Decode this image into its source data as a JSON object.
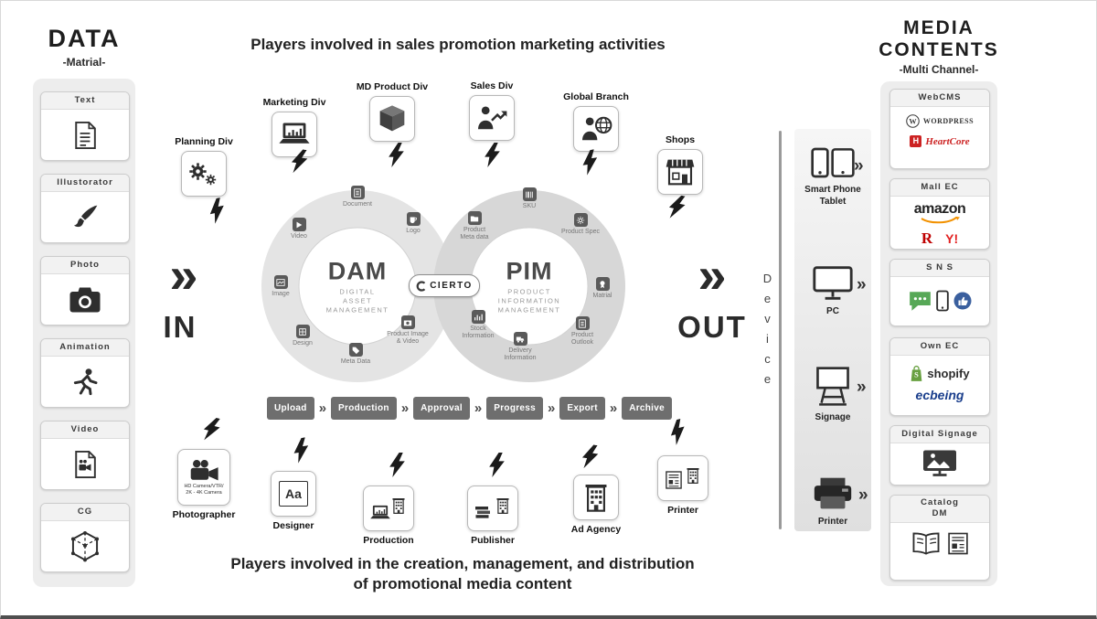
{
  "glyphs": {
    "chevron": "»",
    "double_chevron": "»"
  },
  "left_panel": {
    "title": "DATA",
    "subtitle": "-Matrial-",
    "items": [
      {
        "label": "Text",
        "icon": "text-document-icon"
      },
      {
        "label": "Illustorator",
        "icon": "paint-brush-icon"
      },
      {
        "label": "Photo",
        "icon": "camera-icon"
      },
      {
        "label": "Animation",
        "icon": "running-person-icon"
      },
      {
        "label": "Video",
        "icon": "video-file-icon"
      },
      {
        "label": "CG",
        "icon": "wireframe-cube-icon"
      }
    ]
  },
  "top_section": {
    "title": "Players involved in sales promotion marketing activities",
    "players": [
      {
        "label": "Planning Div",
        "icon": "gears-icon"
      },
      {
        "label": "Marketing Div",
        "icon": "laptop-chart-icon"
      },
      {
        "label": "MD Product Div",
        "icon": "box-icon"
      },
      {
        "label": "Sales Div",
        "icon": "person-chart-icon"
      },
      {
        "label": "Global Branch",
        "icon": "person-globe-icon"
      },
      {
        "label": "Shops",
        "icon": "storefront-icon"
      }
    ]
  },
  "core": {
    "in_label": "IN",
    "out_label": "OUT",
    "brand": "CIERTO",
    "dam": {
      "title": "DAM",
      "subtitle": "Digital\nAsset\nManagement"
    },
    "pim": {
      "title": "PIM",
      "subtitle": "Product\nInformation\nManagement"
    },
    "dam_items": [
      {
        "label": "Document"
      },
      {
        "label": "Logo"
      },
      {
        "label": "Video"
      },
      {
        "label": "Image"
      },
      {
        "label": "Design"
      },
      {
        "label": "Meta Data"
      },
      {
        "label": "Product Image\n& Video"
      }
    ],
    "pim_items": [
      {
        "label": "Product\nMeta data"
      },
      {
        "label": "SKU"
      },
      {
        "label": "Product Spec"
      },
      {
        "label": "Matrial"
      },
      {
        "label": "Product\nOutlook"
      },
      {
        "label": "Delivery\nInformation"
      },
      {
        "label": "Stock\nInformation"
      }
    ],
    "workflow": [
      "Upload",
      "Production",
      "Approval",
      "Progress",
      "Export",
      "Archive"
    ]
  },
  "bottom_section": {
    "title_line1": "Players involved in the creation, management, and distribution",
    "title_line2": "of promotional media content",
    "players": [
      {
        "label": "Photographer",
        "note": "HD Camera/VTR/\n2K - 4K Camera",
        "icon": "video-camera-icon"
      },
      {
        "label": "Designer",
        "icon_text": "Aa",
        "icon": "typography-icon"
      },
      {
        "label": "Production",
        "icon": "laptop-building-icon"
      },
      {
        "label": "Publisher",
        "icon": "books-building-icon"
      },
      {
        "label": "Ad Agency",
        "icon": "building-icon"
      },
      {
        "label": "Printer",
        "icon": "printer-building-icon"
      }
    ]
  },
  "device_column": {
    "label": "Device",
    "devices": [
      {
        "label": "Smart Phone\nTablet",
        "icon": "phone-tablet-icon"
      },
      {
        "label": "PC",
        "icon": "monitor-icon"
      },
      {
        "label": "Signage",
        "icon": "signage-icon"
      },
      {
        "label": "Printer",
        "icon": "printer-icon"
      }
    ]
  },
  "right_panel": {
    "title_line1": "MEDIA",
    "title_line2": "CONTENTS",
    "subtitle": "-Multi Channel-",
    "channels": [
      {
        "label": "WebCMS",
        "brands": [
          {
            "name": "WordPress"
          },
          {
            "name": "HeartCore",
            "mark": "H"
          }
        ]
      },
      {
        "label": "Mall EC",
        "brands": [
          {
            "name": "amazon"
          },
          {
            "name": "R"
          },
          {
            "name": "Y!"
          }
        ]
      },
      {
        "label": "S N S",
        "icons": [
          "chat-bubble-icon",
          "smartphone-icon",
          "thumbs-up-icon"
        ]
      },
      {
        "label": "Own EC",
        "brands": [
          {
            "name": "shopify"
          },
          {
            "name": "ecbeing"
          }
        ]
      },
      {
        "label": "Digital Signage",
        "icons": [
          "signage-display-icon"
        ]
      },
      {
        "label": "Catalog\nDM",
        "icons": [
          "open-book-icon",
          "flyer-icon"
        ]
      }
    ]
  },
  "colors": {
    "panel_bg": "#ededed",
    "ring_dam": "#e4e4e4",
    "ring_pim": "#d7d7d7",
    "workflow_btn": "#6e6e6e",
    "heartcore_red": "#cc2222",
    "rakuten_red": "#bf0000",
    "yahoo_red": "#e32222",
    "shopify_green": "#68a041",
    "ecbeing_blue": "#1a3e8c",
    "amazon_orange": "#f29100",
    "sns_green": "#57a857",
    "like_blue": "#3a5f9e"
  }
}
